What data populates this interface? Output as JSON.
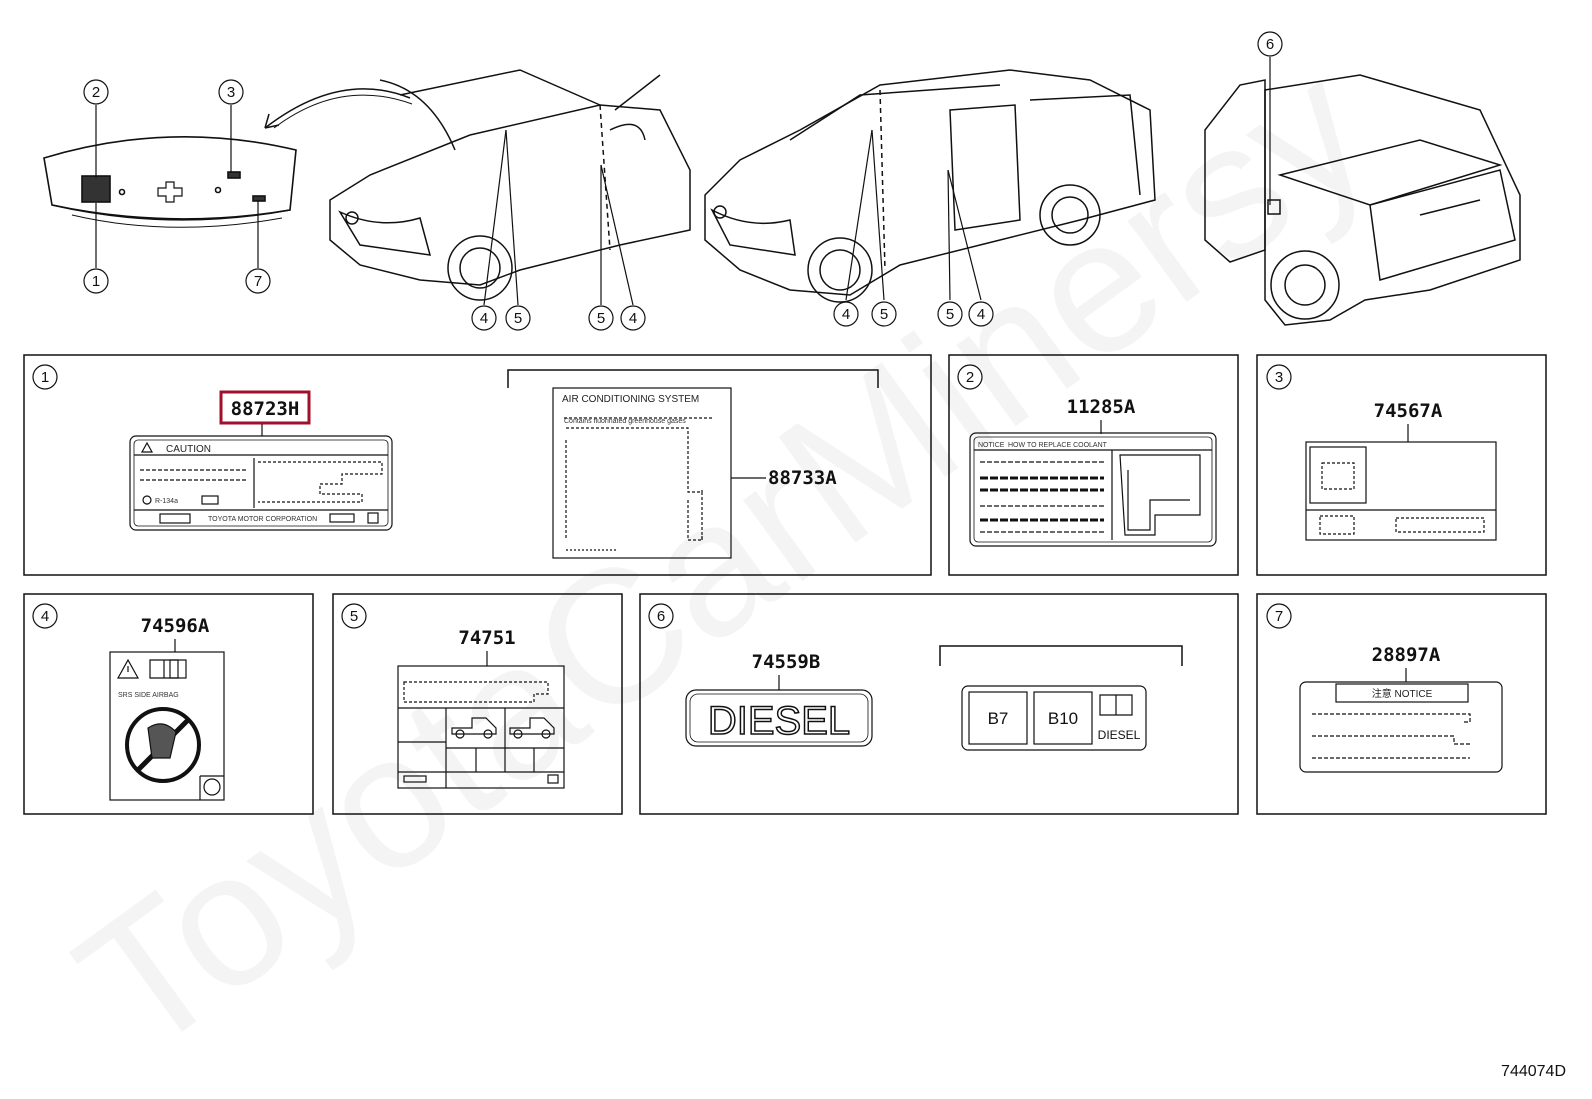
{
  "watermark": "ToyotaCarMinersy",
  "diagram_id": "744074D",
  "callouts_top": [
    "2",
    "3",
    "1",
    "7",
    "4",
    "5",
    "5",
    "4",
    "4",
    "5",
    "5",
    "4",
    "6"
  ],
  "panels": [
    {
      "num": "1",
      "part": "88723H",
      "highlighted": true,
      "label_caution": "CAUTION",
      "label_refrigerant": "R-134a",
      "label_small": "TOYOTA MOTOR CORPORATION",
      "second_part": "88733A",
      "ac_title": "AIR CONDITIONING SYSTEM",
      "ac_subtitle": "Contains fluorinated greenhouse gases"
    },
    {
      "num": "2",
      "part": "11285A",
      "label_notice": "NOTICE",
      "label_how": "HOW TO REPLACE COOLANT"
    },
    {
      "num": "3",
      "part": "74567A"
    },
    {
      "num": "4",
      "part": "74596A",
      "label_line": "SRS  SIDE  AIRBAG"
    },
    {
      "num": "5",
      "part": "74751"
    },
    {
      "num": "6",
      "part": "74559B",
      "label_diesel_big": "DIESEL",
      "b7": "B7",
      "b10": "B10",
      "label_diesel_small": "DIESEL"
    },
    {
      "num": "7",
      "part": "28897A",
      "label_notice": "注意 NOTICE"
    }
  ],
  "colors": {
    "highlight": "#a0102a",
    "line": "#111111"
  }
}
